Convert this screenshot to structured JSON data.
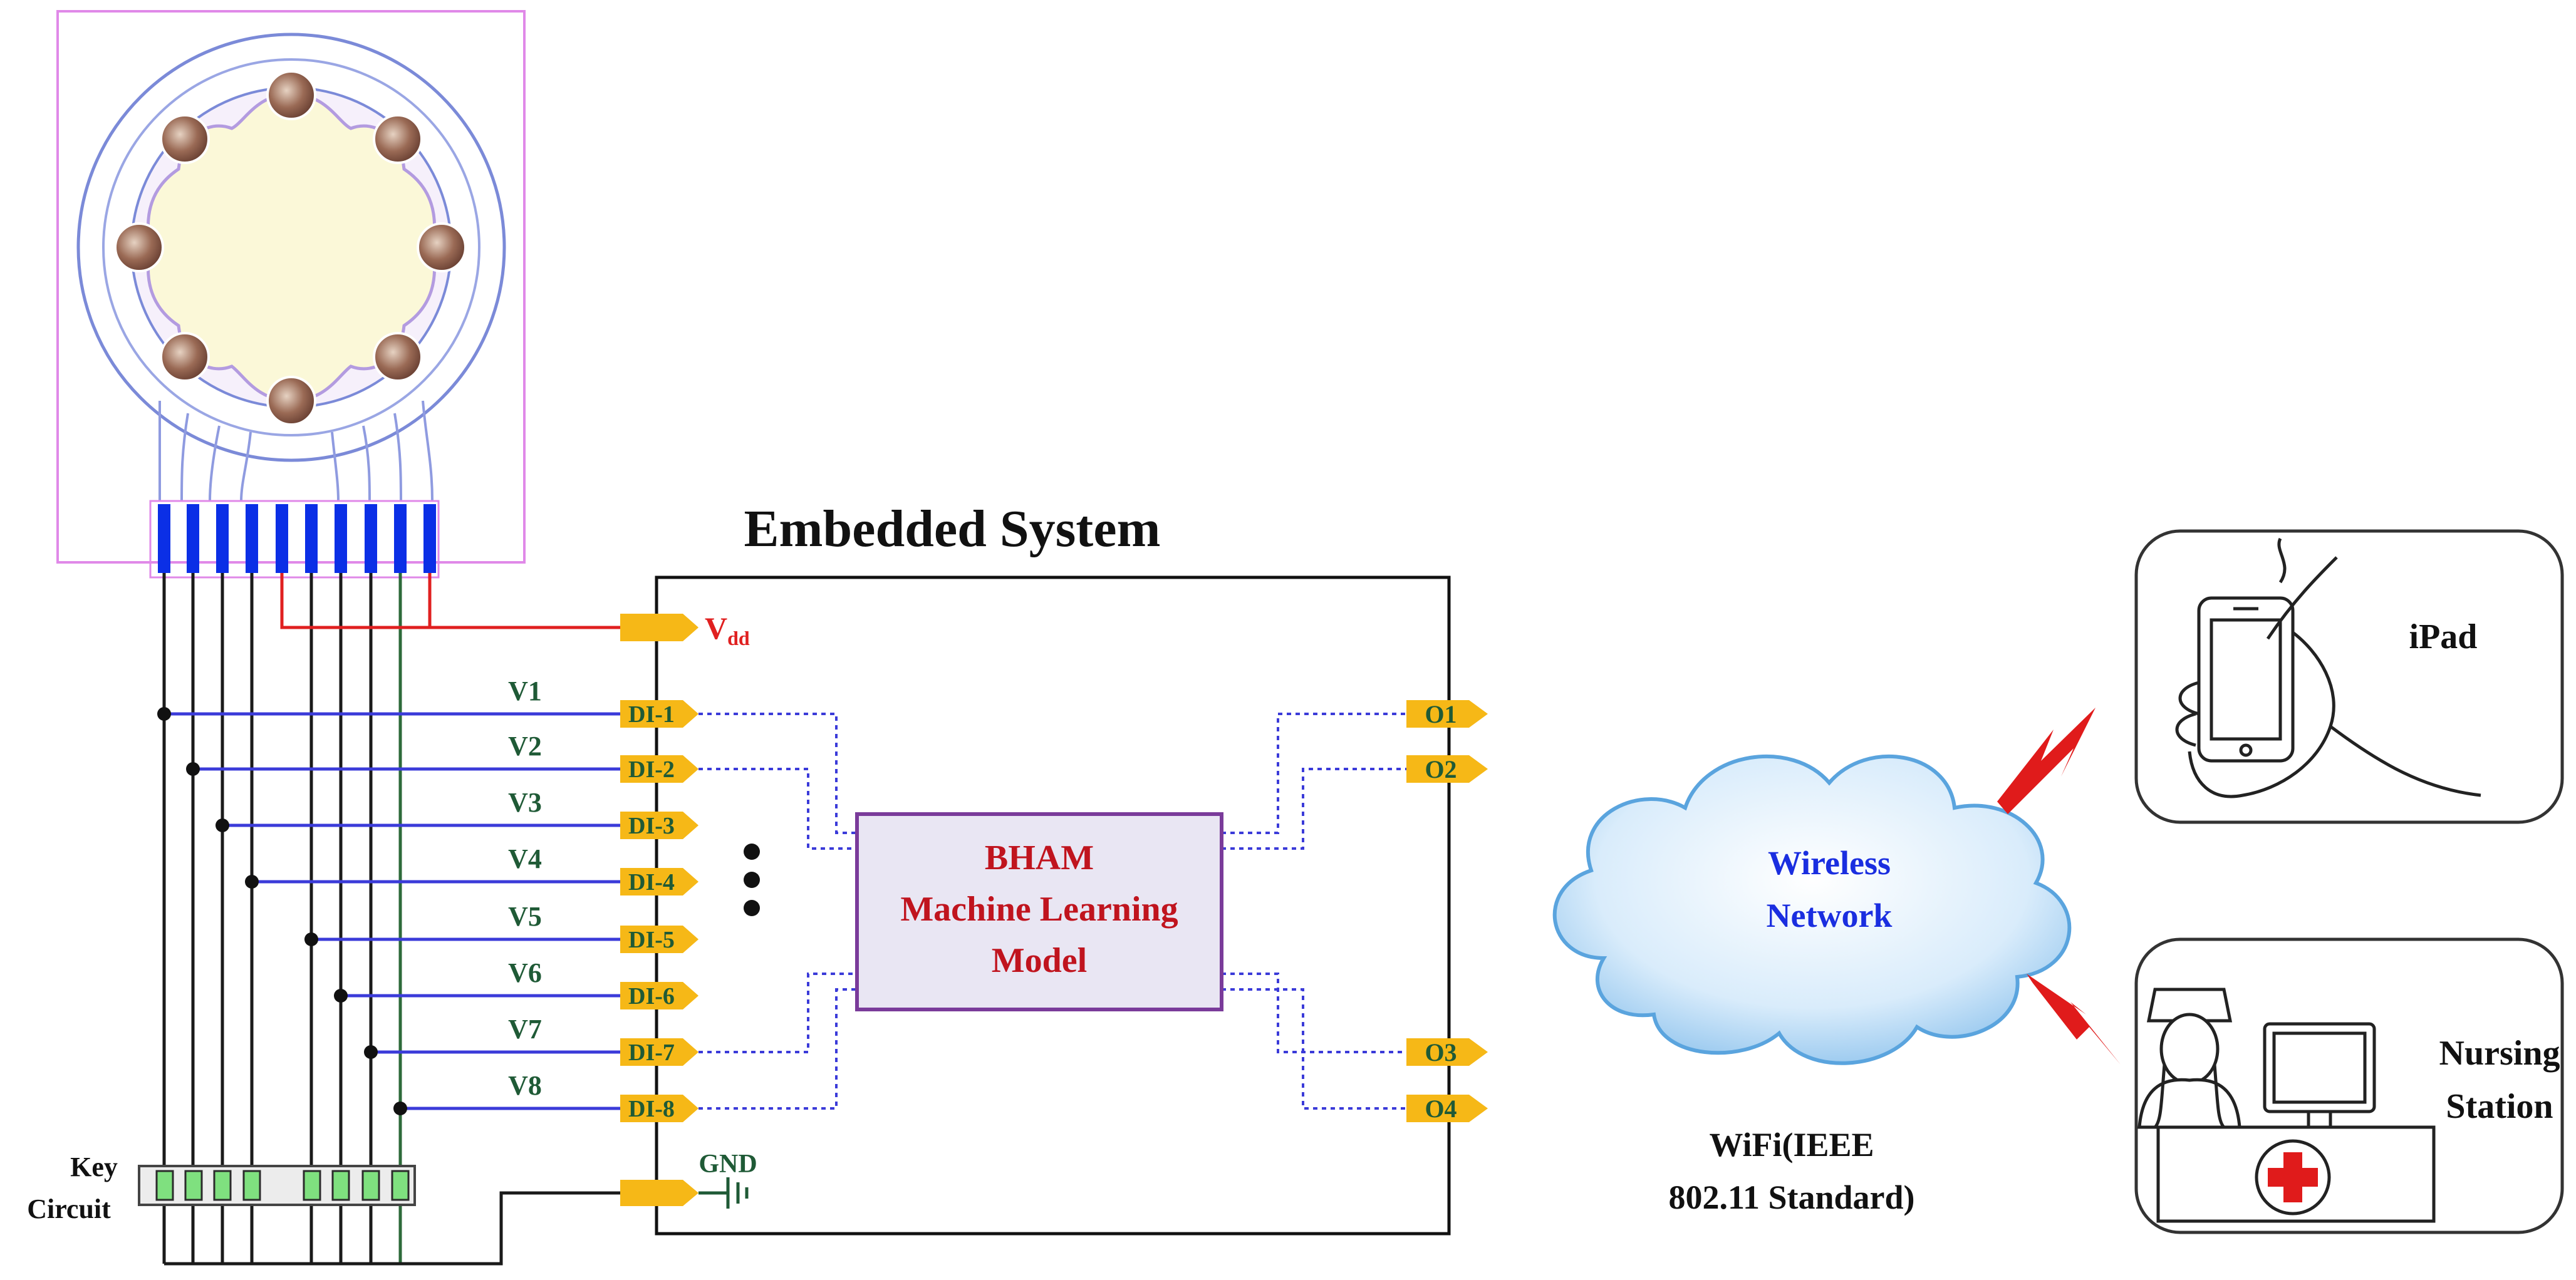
{
  "embedded": {
    "title": "Embedded System",
    "vdd_main": "V",
    "vdd_sub": "dd",
    "gnd": "GND",
    "model": [
      "BHAM",
      "Machine Learning",
      "Model"
    ]
  },
  "voltages": [
    "V1",
    "V2",
    "V3",
    "V4",
    "V5",
    "V6",
    "V7",
    "V8"
  ],
  "inputs": [
    "DI-1",
    "DI-2",
    "DI-3",
    "DI-4",
    "DI-5",
    "DI-6",
    "DI-7",
    "DI-8"
  ],
  "outputs": [
    "O1",
    "O2",
    "O3",
    "O4"
  ],
  "key_circuit": [
    "Key",
    "Circuit"
  ],
  "network": {
    "cloud": [
      "Wireless",
      "Network"
    ],
    "standard": [
      "WiFi(IEEE",
      "802.11 Standard)"
    ]
  },
  "devices": {
    "ipad": "iPad",
    "nursing": [
      "Nursing",
      "Station"
    ]
  },
  "colors": {
    "bus": "#3b3bd9",
    "power": "#e02020",
    "label_green": "#1f5a36",
    "model_text": "#c0141e",
    "cloud_text": "#1a2ee0",
    "pin": "#f6b817",
    "sensor_blue": "#0b2fe6"
  }
}
